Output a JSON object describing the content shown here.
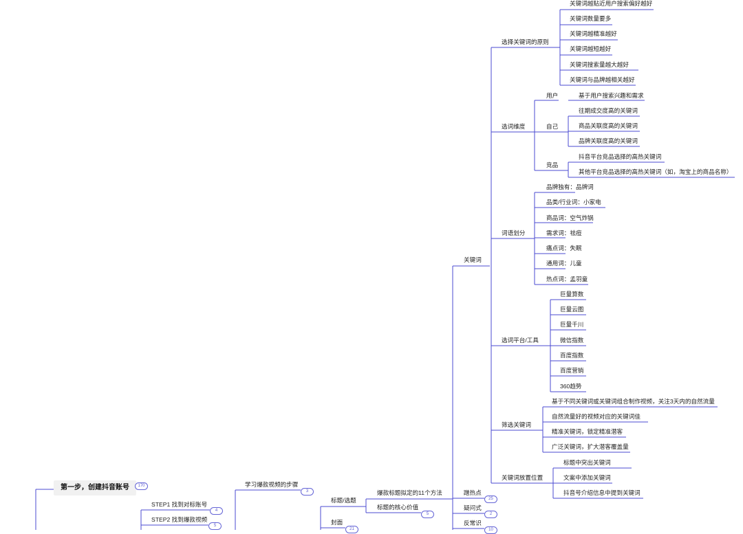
{
  "colors": {
    "edge": "#4a4ad0",
    "text": "#222222",
    "root_bg": "#f1f1f1",
    "badge": "#6363d6"
  },
  "root": {
    "title": "第一步，创建抖音账号",
    "badge": "170"
  },
  "steps": [
    {
      "label": "STEP1 找到对标账号",
      "badge": "4"
    },
    {
      "label": "STEP2 找到爆款视频",
      "badge": "5"
    }
  ],
  "learn": {
    "label": "学习爆款视频的步骤",
    "badge": "3"
  },
  "title_branch": {
    "label": "标题/选题"
  },
  "cover_branch": {
    "label": "封面",
    "badge": "21"
  },
  "methods": {
    "label": "爆款标题拟定的11个方法"
  },
  "core_value": {
    "label": "标题的核心价值",
    "badge": "5"
  },
  "trend": {
    "label": "蹭热点",
    "badge": "25"
  },
  "question": {
    "label": "疑问式",
    "badge": "2"
  },
  "anti": {
    "label": "反常识",
    "badge": "10"
  },
  "keyword": {
    "label": "关键词"
  },
  "principles": {
    "label": "选择关键词的原则",
    "items": [
      "关键词越贴近用户搜索偏好越好",
      "关键词数量要多",
      "关键词越精准越好",
      "关键词越短越好",
      "关键词搜索量越大越好",
      "关键词与品牌越相关越好"
    ]
  },
  "dimension": {
    "label": "选词维度",
    "user": {
      "label": "用户",
      "items": [
        "基于用户搜索兴趣和需求"
      ]
    },
    "self": {
      "label": "自己",
      "items": [
        "往期成交度高的关键词",
        "商品关联度高的关键词",
        "品牌关联度高的关键词"
      ]
    },
    "competitor": {
      "label": "竞品",
      "items": [
        "抖音平台竞品选择的高热关键词",
        "其他平台竞品选择的高热关键词（如，淘宝上的商品名称）"
      ]
    }
  },
  "division": {
    "label": "词语划分",
    "items": [
      "品牌独有：品牌词",
      "品类/行业词：小家电",
      "商品词：空气炸锅",
      "需求词：祛痘",
      "痛点词：失眠",
      "通用词：儿童",
      "热点词：孟羽童"
    ]
  },
  "tools": {
    "label": "选词平台/工具",
    "items": [
      "巨量算数",
      "巨量云图",
      "巨量千川",
      "微信指数",
      "百度指数",
      "百度营销",
      "360趋势"
    ]
  },
  "filter": {
    "label": "筛选关键词",
    "items": [
      "基于不同关键词或关键词组合制作视频，关注3天内的自然流量",
      "自然流量好的视频对应的关键词佳",
      "精准关键词，锁定精准潜客",
      "广泛关键词，扩大潜客覆盖量"
    ]
  },
  "placement": {
    "label": "关键词放置位置",
    "items": [
      "标题中突出关键词",
      "文案中添加关键词",
      "抖音号介绍信息中提到关键词"
    ]
  }
}
